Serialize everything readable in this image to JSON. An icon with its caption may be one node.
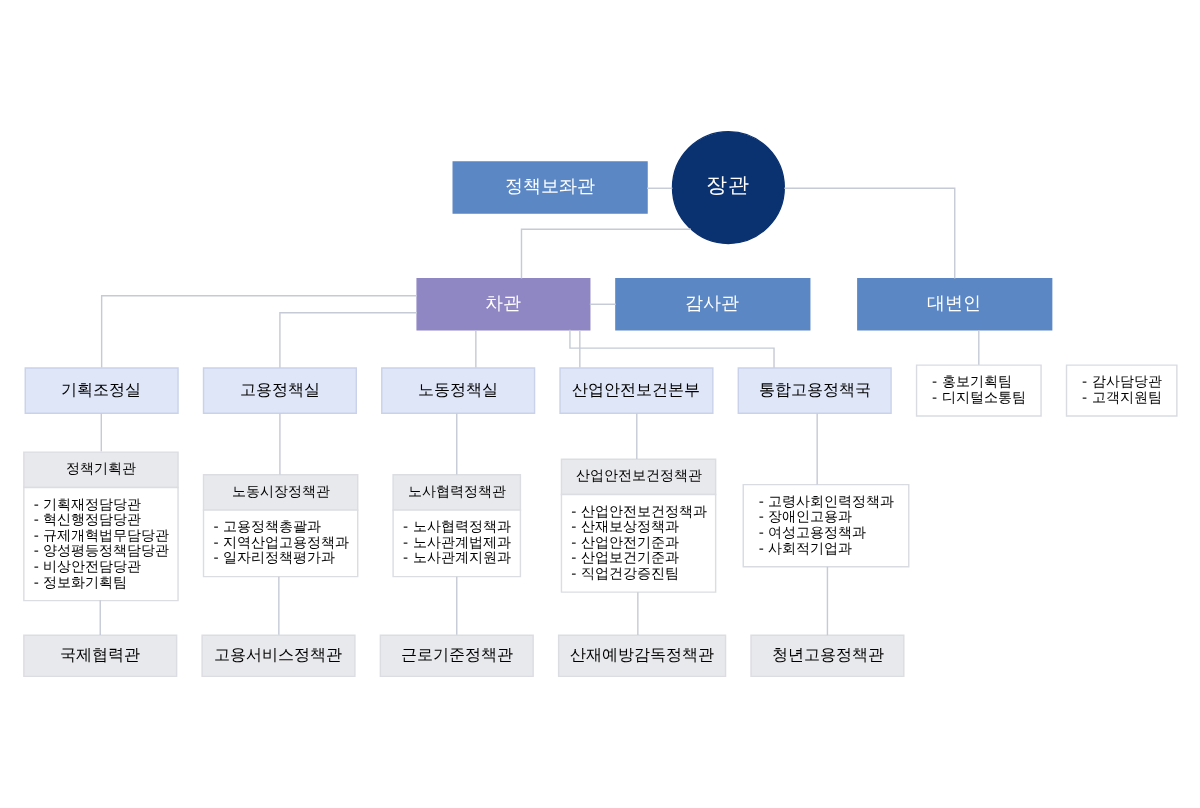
{
  "diagram": {
    "nodes": [
      {
        "text": [
          "장관"
        ]
      },
      {
        "text": [
          "정책보좌관"
        ]
      },
      {
        "text": [
          "대변인"
        ]
      },
      {
        "text": [
          "- 홍보기획팀",
          "- 디지털소통팀"
        ]
      },
      {
        "text": [
          "차관"
        ]
      },
      {
        "text": [
          "감사관"
        ]
      },
      {
        "text": [
          "- 감사담당관",
          "- 고객지원팀"
        ]
      },
      {
        "text": [
          "기획조정실"
        ]
      },
      {
        "text": [
          "정책기획관",
          "- 기획재정담당관",
          "- 혁신행정담당관",
          "- 규제개혁법무담당관",
          "- 양성평등정책담당관",
          "- 비상안전담당관",
          "- 정보화기획팀"
        ]
      },
      {
        "text": [
          "국제협력관"
        ]
      },
      {
        "text": [
          "고용정책실"
        ]
      },
      {
        "text": [
          "노동시장정책관",
          "- 고용정책총괄과",
          "- 지역산업고용정책과",
          "- 일자리정책평가과"
        ]
      },
      {
        "text": [
          "고용서비스정책관"
        ]
      },
      {
        "text": [
          "노동정책실"
        ]
      },
      {
        "text": [
          "노사협력정책관",
          "- 노사협력정책과",
          "- 노사관계법제과",
          "- 노사관계지원과"
        ]
      },
      {
        "text": [
          "근로기준정책관"
        ]
      },
      {
        "text": [
          "산업안전보건본부"
        ]
      },
      {
        "text": [
          "산업안전보건정책관",
          "- 산업안전보건정책과",
          "- 산재보상정책과",
          "- 산업안전기준과",
          "- 산업보건기준과",
          "- 직업건강증진팀"
        ]
      },
      {
        "text": [
          "산재예방감독정책관"
        ]
      },
      {
        "text": [
          "통합고용정책국"
        ]
      },
      {
        "text": [
          "- 고령사회인력정책과",
          "- 장애인고용과",
          "- 여성고용정책과",
          "- 사회적기업과"
        ]
      },
      {
        "text": [
          "청년고용정책관"
        ]
      }
    ],
    "edges": [
      {
        "from": 0,
        "to": 4,
        "arrow": "none"
      },
      {
        "from": 1,
        "to": 0,
        "arrow": "none"
      },
      {
        "from": 2,
        "to": 0,
        "arrow": "none"
      },
      {
        "from": 2,
        "to": 3,
        "arrow": "none"
      },
      {
        "from": 4,
        "to": 5,
        "arrow": "none"
      },
      {
        "from": 4,
        "to": 7,
        "arrow": "none"
      },
      {
        "from": 4,
        "to": 10,
        "arrow": "none"
      },
      {
        "from": 4,
        "to": 13,
        "arrow": "none"
      },
      {
        "from": 4,
        "to": 16,
        "arrow": "none"
      },
      {
        "from": 4,
        "to": 19,
        "arrow": "none"
      },
      {
        "from": 7,
        "to": 8,
        "arrow": "none"
      },
      {
        "from": 8,
        "to": 9,
        "arrow": "none"
      },
      {
        "from": 10,
        "to": 11,
        "arrow": "none"
      },
      {
        "from": 11,
        "to": 12,
        "arrow": "none"
      },
      {
        "from": 13,
        "to": 14,
        "arrow": "none"
      },
      {
        "from": 14,
        "to": 15,
        "arrow": "none"
      },
      {
        "from": 16,
        "to": 17,
        "arrow": "none"
      },
      {
        "from": 17,
        "to": 18,
        "arrow": "none"
      },
      {
        "from": 19,
        "to": 20,
        "arrow": "none"
      },
      {
        "from": 20,
        "to": 21,
        "arrow": "none"
      }
    ]
  }
}
